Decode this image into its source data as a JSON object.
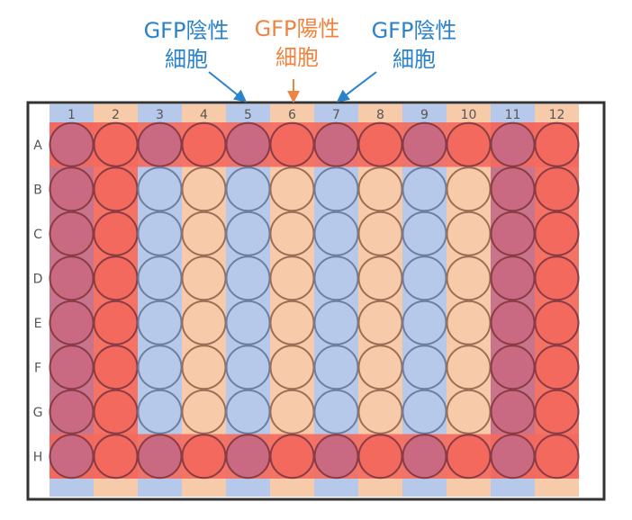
{
  "callouts": {
    "negative_left": {
      "line1": "GFP陰性",
      "line2": "細胞"
    },
    "positive": {
      "line1": "GFP陽性",
      "line2": "細胞"
    },
    "negative_right": {
      "line1": "GFP陰性",
      "line2": "細胞"
    }
  },
  "plate": {
    "columns": [
      "1",
      "2",
      "3",
      "4",
      "5",
      "6",
      "7",
      "8",
      "9",
      "10",
      "11",
      "12"
    ],
    "rows": [
      "A",
      "B",
      "C",
      "D",
      "E",
      "F",
      "G",
      "H"
    ]
  },
  "colors": {
    "negative_blue": "#b7c9ea",
    "positive_peach": "#f7cba9",
    "outer_mauve": "#c96a82",
    "outer_red": "#f4695d",
    "callout_blue": "#2b82c9",
    "callout_orange": "#ef8440",
    "frame": "#333333",
    "label_text": "#555555"
  }
}
